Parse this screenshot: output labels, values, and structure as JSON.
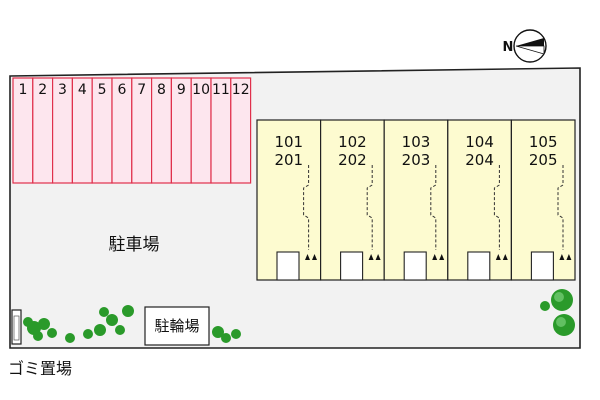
{
  "compass": {
    "label": "N",
    "icon": "north-arrow-icon"
  },
  "parking": {
    "label": "駐車場",
    "spaces": [
      "1",
      "2",
      "3",
      "4",
      "5",
      "6",
      "7",
      "8",
      "9",
      "10",
      "11",
      "12"
    ],
    "space_fill": "#fde6ee",
    "space_stroke": "#e0304c"
  },
  "building": {
    "fill": "#fdfbd0",
    "units": [
      {
        "upper": "101",
        "lower": "201"
      },
      {
        "upper": "102",
        "lower": "202"
      },
      {
        "upper": "103",
        "lower": "203"
      },
      {
        "upper": "104",
        "lower": "204"
      },
      {
        "upper": "105",
        "lower": "205"
      }
    ]
  },
  "bicycle_parking": {
    "label": "駐輪場"
  },
  "garbage": {
    "label": "ゴミ置場"
  },
  "site": {
    "fill": "#f2f2f2",
    "tree_color": "#2a9a2a"
  }
}
